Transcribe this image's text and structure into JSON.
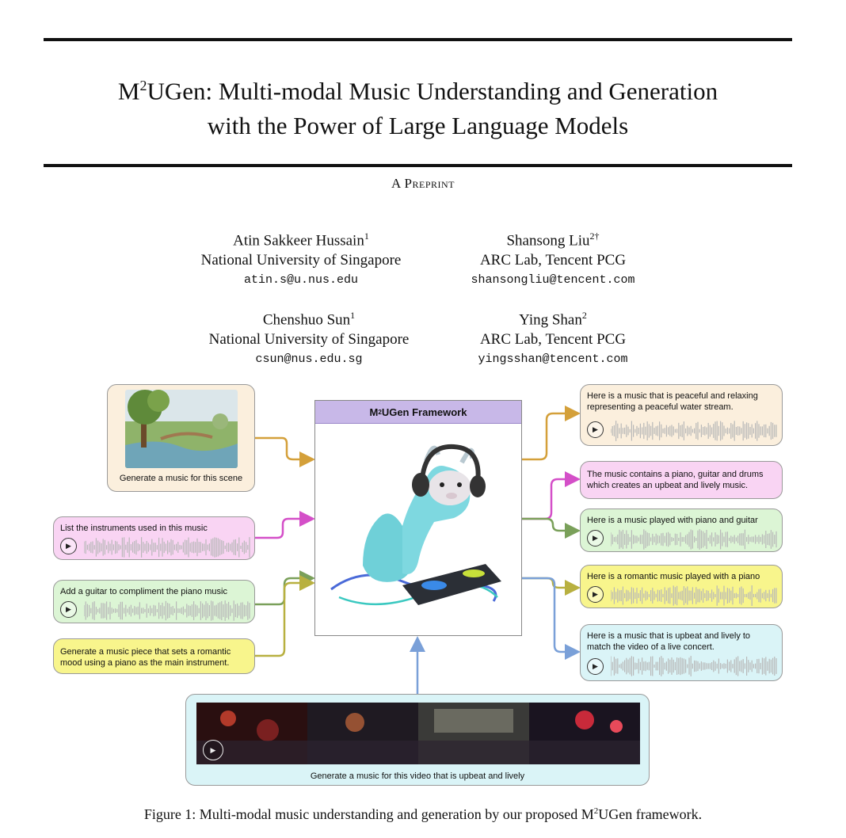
{
  "paper": {
    "title_prefix": "M",
    "title_sup": "2",
    "title_line1_rest": "UGen: Multi-modal Music Understanding and Generation",
    "title_line2": "with the Power of Large Language Models",
    "subtitle": "A Preprint"
  },
  "authors": [
    {
      "name": "Atin Sakkeer Hussain",
      "sup": "1",
      "affiliation": "National University of Singapore",
      "email": "atin.s@u.nus.edu"
    },
    {
      "name": "Shansong Liu",
      "sup": "2†",
      "affiliation": "ARC Lab, Tencent PCG",
      "email": "shansongliu@tencent.com"
    },
    {
      "name": "Chenshuo Sun",
      "sup": "1",
      "affiliation": "National University of Singapore",
      "email": "csun@nus.edu.sg"
    },
    {
      "name": "Ying Shan",
      "sup": "2",
      "affiliation": "ARC Lab, Tencent PCG",
      "email": "yingsshan@tencent.com"
    }
  ],
  "figure": {
    "framework_prefix": "M",
    "framework_sup": "2",
    "framework_rest": "UGen Framework",
    "inputs": {
      "image_prompt": "Generate a music for this scene",
      "instruments_prompt": "List the instruments used in this music",
      "guitar_prompt": "Add a guitar to compliment the piano music",
      "romantic_prompt": "Generate a music piece that sets a romantic mood using a piano as the main instrument.",
      "video_prompt": "Generate a music for this video that is upbeat and lively"
    },
    "outputs": {
      "peaceful": "Here is a music that is peaceful and relaxing representing a peaceful water stream.",
      "instruments_answer": "The music contains a piano, guitar and drums which creates an upbeat and lively music.",
      "piano_guitar": "Here is a music played with piano and guitar",
      "romantic": "Here is a romantic music played with a piano",
      "concert": "Here is a music that is upbeat and lively to match the video of a live concert."
    },
    "colors": {
      "orange": "#d4a03a",
      "magenta": "#d44fc8",
      "green": "#7aa05a",
      "olive": "#b8b040",
      "blue": "#7aa0d8"
    }
  },
  "caption": {
    "prefix": "Figure 1: Multi-modal music understanding and generation by our proposed M",
    "sup": "2",
    "suffix": "UGen framework."
  }
}
